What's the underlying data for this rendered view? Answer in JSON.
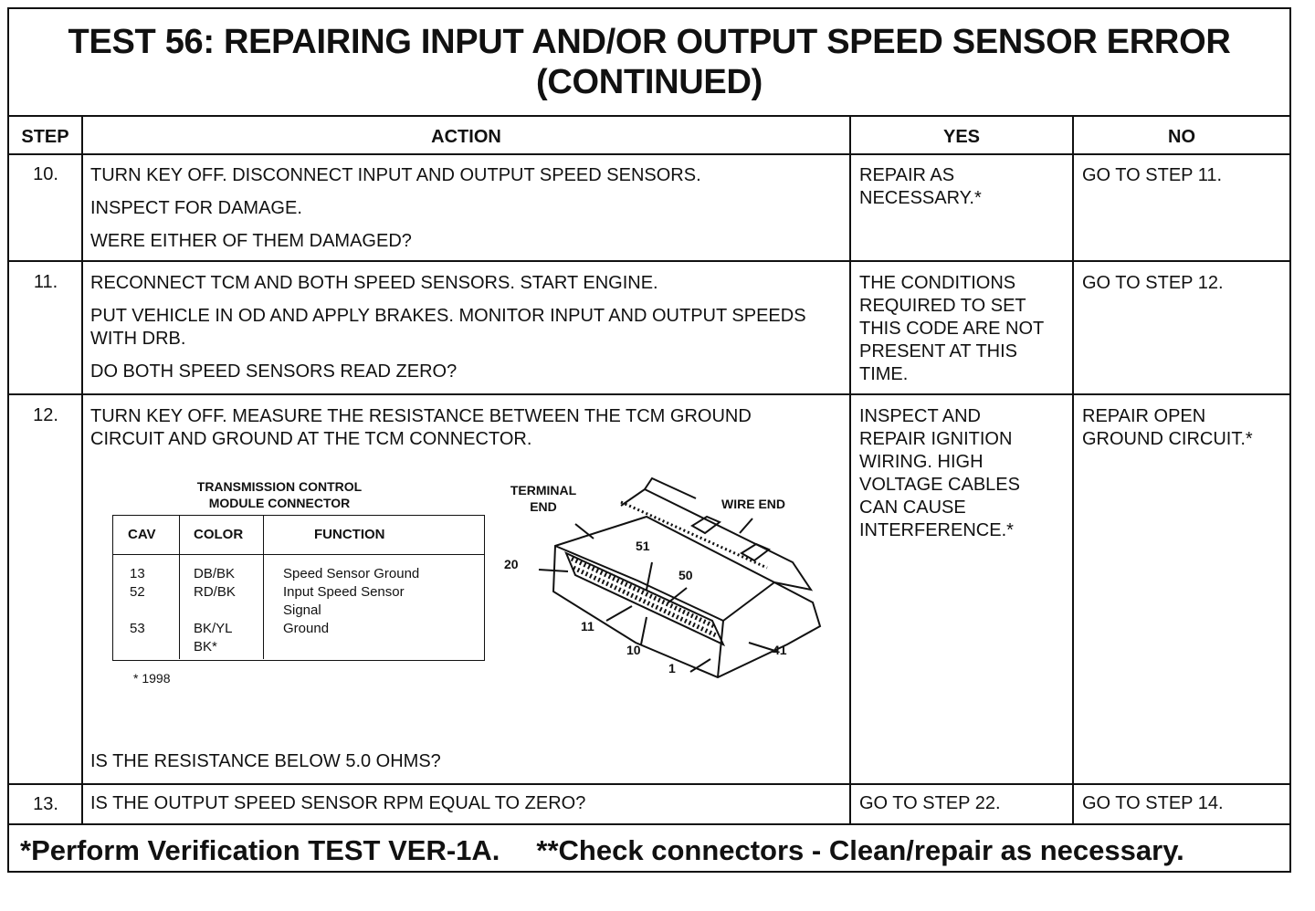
{
  "title": {
    "line1": "TEST 56: REPAIRING INPUT AND/OR OUTPUT SPEED SENSOR ERROR",
    "line2": "(CONTINUED)"
  },
  "headers": {
    "step": "STEP",
    "action": "ACTION",
    "yes": "YES",
    "no": "NO"
  },
  "rows": [
    {
      "step": "10.",
      "action": [
        "TURN KEY OFF.  DISCONNECT INPUT AND OUTPUT SPEED SENSORS.",
        "INSPECT FOR DAMAGE.",
        "WERE EITHER OF THEM DAMAGED?"
      ],
      "yes": "REPAIR AS NECESSARY.*",
      "no": "GO TO STEP 11."
    },
    {
      "step": "11.",
      "action": [
        "RECONNECT TCM AND BOTH SPEED SENSORS.  START ENGINE.",
        "PUT VEHICLE IN OD AND APPLY BRAKES.  MONITOR INPUT AND OUTPUT SPEEDS WITH DRB.",
        "DO BOTH SPEED SENSORS READ ZERO?"
      ],
      "yes": "THE CONDITIONS REQUIRED TO SET THIS CODE ARE NOT PRESENT AT THIS TIME.",
      "no": "GO TO STEP 12."
    },
    {
      "step": "12.",
      "action": [
        "TURN KEY OFF.  MEASURE THE RESISTANCE BETWEEN THE TCM GROUND CIRCUIT AND GROUND AT THE TCM CONNECTOR.",
        "IS THE RESISTANCE BELOW 5.0 OHMS?"
      ],
      "yes": "INSPECT AND REPAIR IGNITION WIRING.  HIGH VOLTAGE CABLES CAN CAUSE INTERFERENCE.*",
      "no": "REPAIR OPEN GROUND CIRCUIT.*"
    },
    {
      "step": "13.",
      "action": [
        "IS THE OUTPUT SPEED SENSOR RPM EQUAL TO ZERO?"
      ],
      "yes": "GO TO STEP 22.",
      "no": "GO TO STEP 14."
    }
  ],
  "connector_table": {
    "caption_line1": "TRANSMISSION CONTROL",
    "caption_line2": "MODULE CONNECTOR",
    "columns": [
      "CAV",
      "COLOR",
      "FUNCTION"
    ],
    "cav": "13\n52\n\n53",
    "color": "DB/BK\nRD/BK\n\nBK/YL\nBK*",
    "function": "Speed Sensor Ground\nInput Speed Sensor\nSignal\nGround",
    "footnote": "*   1998"
  },
  "connector_diagram": {
    "terminal_end": "TERMINAL\nEND",
    "wire_end": "WIRE END",
    "pin_labels": {
      "p20": "20",
      "p51": "51",
      "p50": "50",
      "p11": "11",
      "p10": "10",
      "p1": "1",
      "p41": "41"
    }
  },
  "footer": {
    "note1": "*Perform Verification TEST VER-1A.",
    "note2": "**Check connectors - Clean/repair as necessary."
  }
}
